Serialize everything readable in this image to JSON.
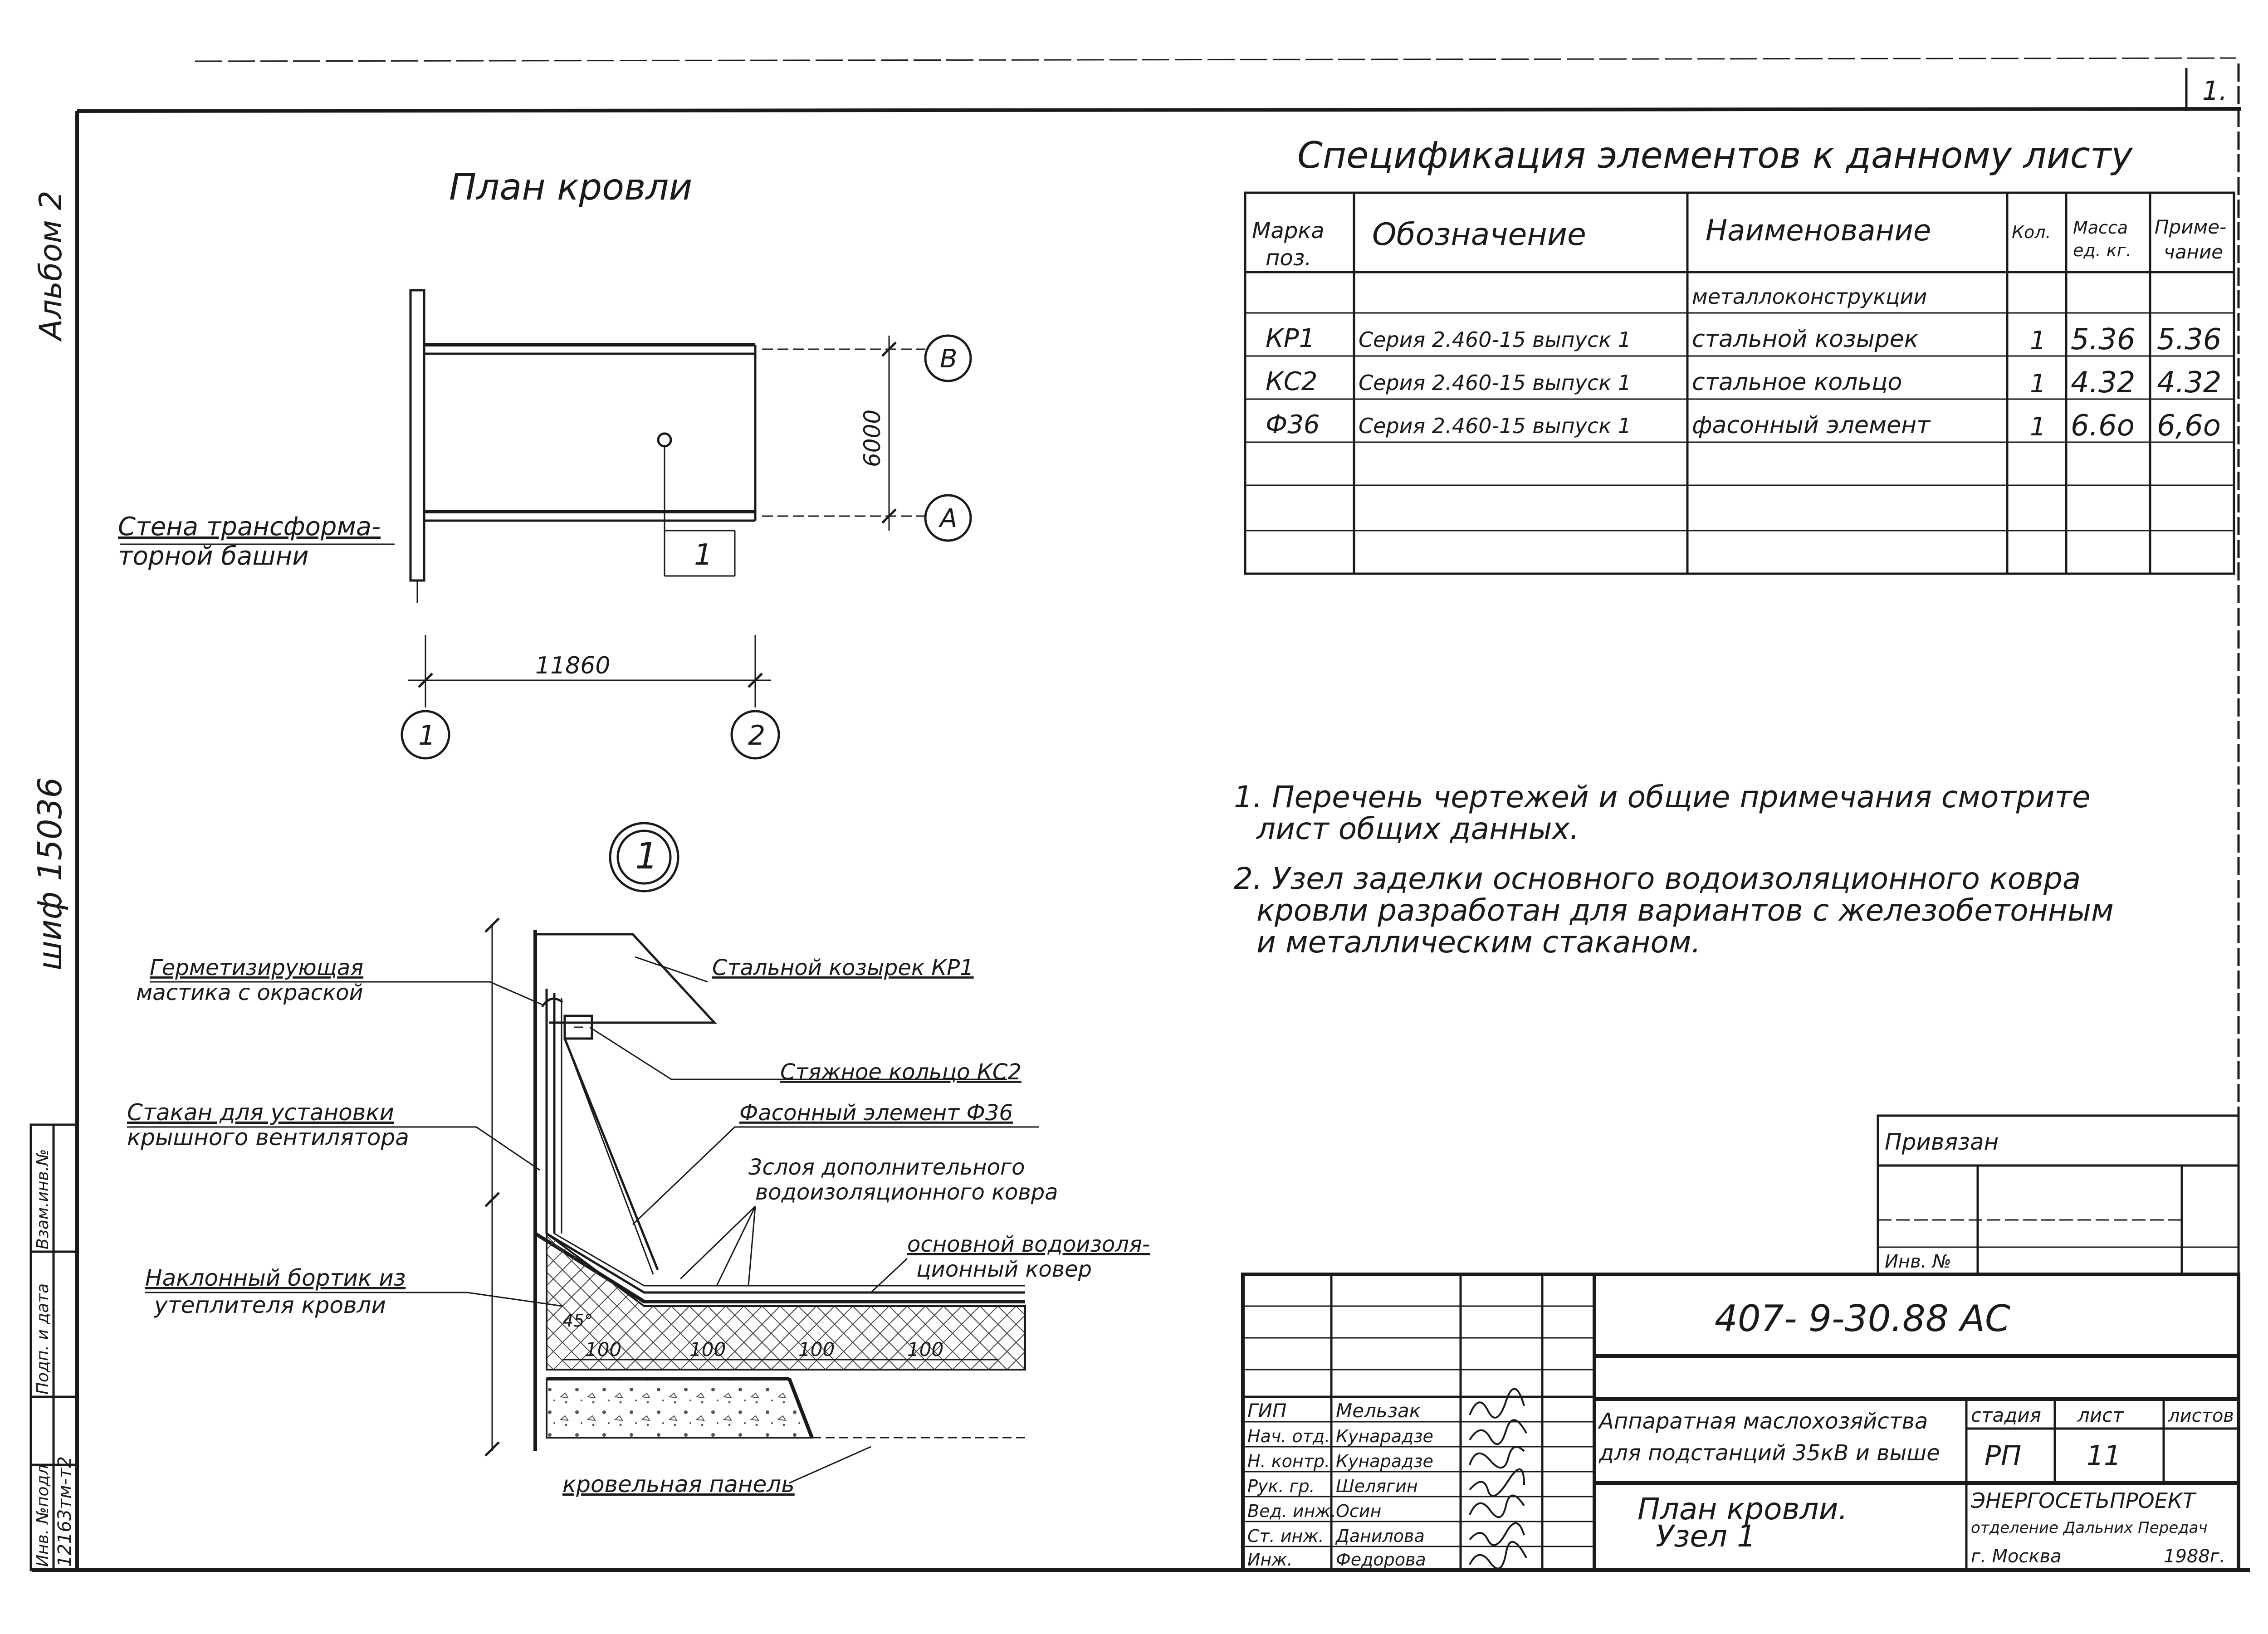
{
  "sheet": {
    "page_number": "1.",
    "album": "Альбом 2",
    "inv_side": "шиф 15036",
    "stamp_col1": "Инв. №подл",
    "stamp_col2": "Подп. и дата",
    "stamp_col3": "Взам.инв.№",
    "stamp_inv_value": "12163тм-т2"
  },
  "plan": {
    "title": "План кровли",
    "wall_label_1": "Стена трансформа-",
    "wall_label_2": "торной башни",
    "dim_vertical": "6000",
    "dim_horizontal": "11860",
    "axis_b": "В",
    "axis_a": "А",
    "axis_1": "1",
    "axis_2": "2",
    "node_ref": "1"
  },
  "detail": {
    "node_number": "1",
    "labels": {
      "mastic_1": "Герметизирующая",
      "mastic_2": "мастика с окраской",
      "visor": "Стальной козырек КР1",
      "ring": "Стяжное кольцо КС2",
      "glass_1": "Стакан для установки",
      "glass_2": "крышного вентилятора",
      "shaped": "Фасонный элемент Ф36",
      "layers_1": "3слоя дополнительного",
      "layers_2": "водоизоляционного ковра",
      "main_1": "основной водоизоля-",
      "main_2": "ционный ковер",
      "slope_1": "Наклонный бортик из",
      "slope_2": "утеплителя кровли",
      "angle": "45°",
      "dims": [
        "100",
        "100",
        "100",
        "100"
      ],
      "panel": "кровельная панель"
    }
  },
  "spec": {
    "title": "Спецификация элементов к данному листу",
    "headers": {
      "mark_1": "Марка",
      "mark_2": "поз.",
      "designation": "Обозначение",
      "name": "Наименование",
      "qty": "Кол.",
      "mass_1": "Масса",
      "mass_2": "ед. кг.",
      "note_1": "Приме-",
      "note_2": "чание"
    },
    "group": "металлоконструкции",
    "rows": [
      {
        "mark": "КР1",
        "designation": "Серия 2.460-15 выпуск 1",
        "name": "стальной козырек",
        "qty": "1",
        "mass": "5.36",
        "note": "5.36"
      },
      {
        "mark": "КС2",
        "designation": "Серия 2.460-15 выпуск 1",
        "name": "стальное кольцо",
        "qty": "1",
        "mass": "4.32",
        "note": "4.32"
      },
      {
        "mark": "Ф36",
        "designation": "Серия 2.460-15 выпуск 1",
        "name": "фасонный элемент",
        "qty": "1",
        "mass": "6.6о",
        "note": "6,6о"
      }
    ]
  },
  "notes": {
    "n1_line1": "1. Перечень чертежей и общие примечания смотрите",
    "n1_line2": "лист общих данных.",
    "n2_line1": "2. Узел заделки основного водоизоляционного ковра",
    "n2_line2": "кровли разработан для вариантов с железобетонным",
    "n2_line3": "и металлическим стаканом."
  },
  "binding": {
    "label": "Привязан",
    "inv": "Инв. №"
  },
  "title_block": {
    "code": "407- 9-30.88   АС",
    "project_1": "Аппаратная маслохозяйства",
    "project_2": "для подстанций 35кВ и выше",
    "sheet_title_1": "План кровли.",
    "sheet_title_2": "Узел 1",
    "stage_label": "стадия",
    "sheet_label": "лист",
    "sheets_label": "листов",
    "stage_value": "РП",
    "sheet_value": "11",
    "org_1": "ЭНЕРГОСЕТЬПРОЕКТ",
    "org_2": "отделение Дальних Передач",
    "org_3": "г. Москва",
    "year": "1988г.",
    "people": [
      {
        "role": "ГИП",
        "name": "Мельзак"
      },
      {
        "role": "Нач. отд.",
        "name": "Кунарадзе"
      },
      {
        "role": "Н. контр.",
        "name": "Кунарадзе"
      },
      {
        "role": "Рук. гр.",
        "name": "Шелягин"
      },
      {
        "role": "Вед. инж.",
        "name": "Осин"
      },
      {
        "role": "Ст. инж.",
        "name": "Данилова"
      },
      {
        "role": "Инж.",
        "name": "Федорова"
      }
    ]
  }
}
